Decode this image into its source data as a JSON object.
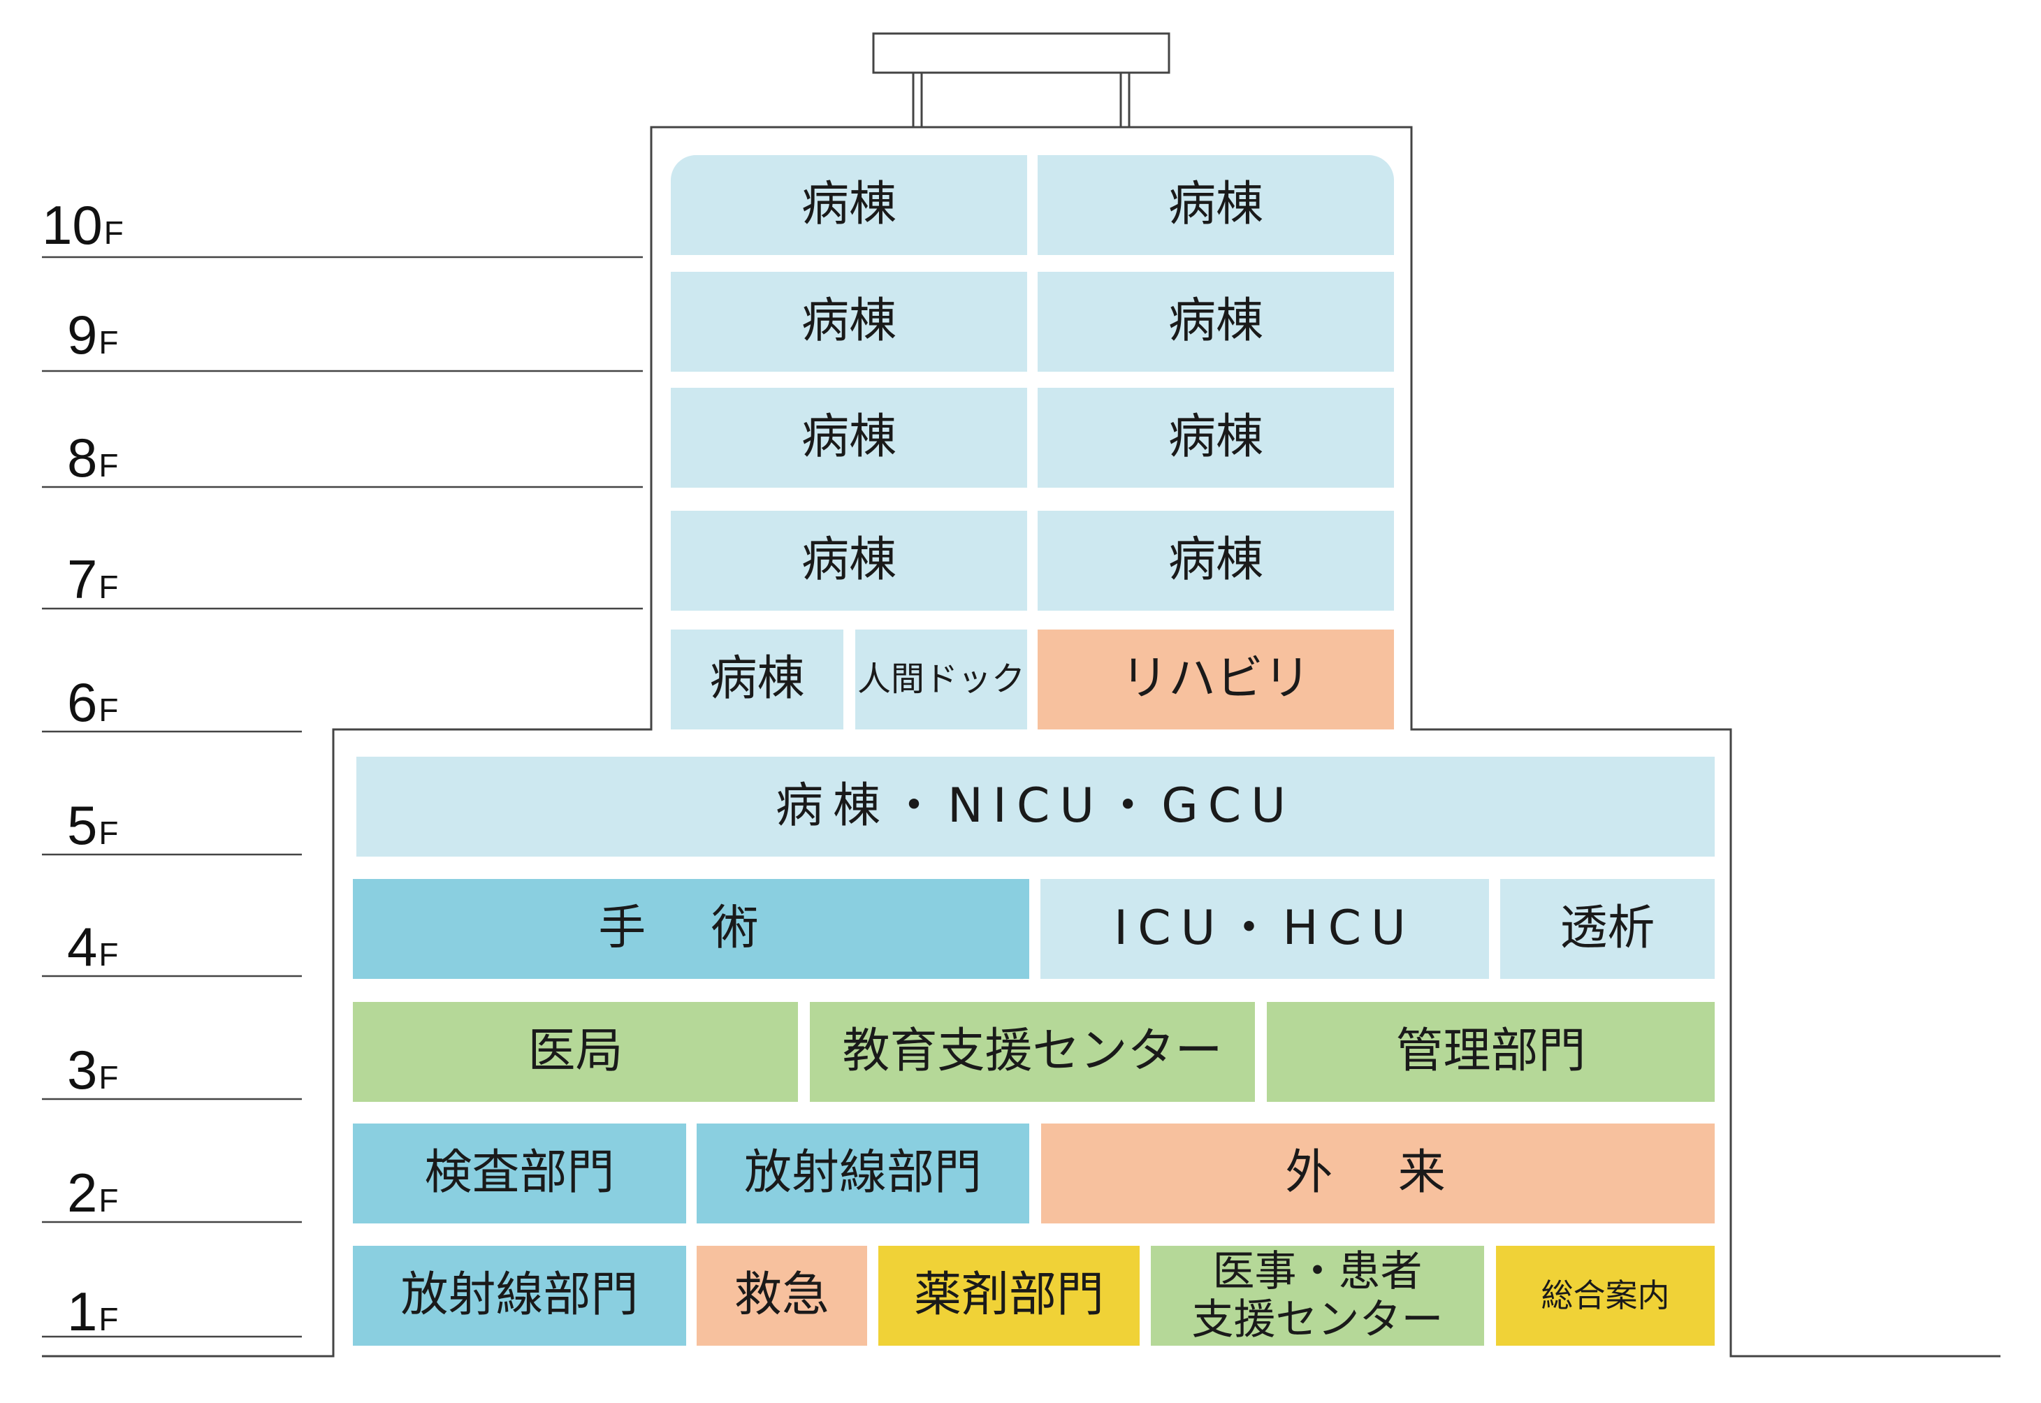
{
  "floors": [
    {
      "num": "10",
      "unit": "F"
    },
    {
      "num": "9",
      "unit": "F"
    },
    {
      "num": "8",
      "unit": "F"
    },
    {
      "num": "7",
      "unit": "F"
    },
    {
      "num": "6",
      "unit": "F"
    },
    {
      "num": "5",
      "unit": "F"
    },
    {
      "num": "4",
      "unit": "F"
    },
    {
      "num": "3",
      "unit": "F"
    },
    {
      "num": "2",
      "unit": "F"
    },
    {
      "num": "1",
      "unit": "F"
    }
  ],
  "f10": {
    "left": "病棟",
    "right": "病棟"
  },
  "f9": {
    "left": "病棟",
    "right": "病棟"
  },
  "f8": {
    "left": "病棟",
    "right": "病棟"
  },
  "f7": {
    "left": "病棟",
    "right": "病棟"
  },
  "f6": {
    "ward": "病棟",
    "dock": "人間ドック",
    "rehab": "リハビリ"
  },
  "f5": {
    "ward": "病棟・NICU・GCU"
  },
  "f4": {
    "surgery": "手 術",
    "icu": "ICU・HCU",
    "dialysis": "透析"
  },
  "f3": {
    "medical_office": "医局",
    "education": "教育支援センター",
    "admin": "管理部門"
  },
  "f2": {
    "lab": "検査部門",
    "radiology": "放射線部門",
    "outpatient": "外 来"
  },
  "f1": {
    "radiology": "放射線部門",
    "emergency": "救急",
    "pharmacy": "薬剤部門",
    "support_line1": "医事・患者",
    "support_line2": "支援センター",
    "info": "総合案内"
  },
  "colors": {
    "ward": "#cde8f0",
    "clinical_blue": "#8acfe0",
    "orange": "#f7c19e",
    "green": "#b5d898",
    "yellow": "#f0d237"
  }
}
